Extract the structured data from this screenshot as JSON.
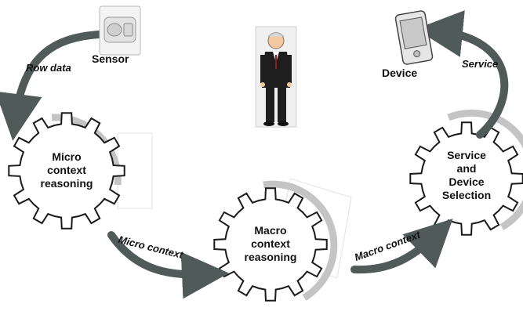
{
  "labels": {
    "sensor": "Sensor",
    "device": "Device",
    "row_data": "Row data",
    "service": "Service",
    "micro_context": "Micro context",
    "macro_context": "Macro context"
  },
  "gears": {
    "micro": [
      "Micro",
      "context",
      "reasoning"
    ],
    "macro": [
      "Macro",
      "context",
      "reasoning"
    ],
    "service": [
      "Service",
      "and",
      "Device",
      "Selection"
    ]
  },
  "icons": {
    "sensor": "motion-sensor-icon",
    "device": "handheld-device-icon",
    "person": "elderly-person-icon"
  },
  "colors": {
    "gear_fill": "#ffffff",
    "gear_stroke": "#1a1a1a",
    "arc_light": "#c4c4c4",
    "arrow_dark": "#505a58",
    "text": "#111111"
  }
}
